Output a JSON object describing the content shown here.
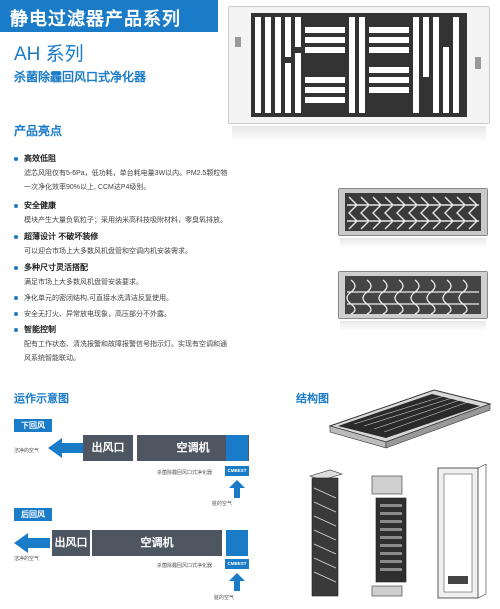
{
  "header": {
    "banner": "静电过滤器产品系列",
    "series": "AH 系列",
    "subtitle": "杀菌除霾回风口式净化器"
  },
  "highlights": {
    "title": "产品亮点",
    "features": [
      {
        "title": "高效低阻",
        "desc": [
          "滤芯风阻仅有5-6Pa，低功耗，单台耗电量3W以内。PM2.5颗粒物",
          "一次净化效率90%以上, CCM达P4级别。"
        ]
      },
      {
        "title": "安全健康",
        "desc": [
          "模块产生大量负氧粒子；采用纳米高科技吸附材料，零臭氧排放。"
        ]
      },
      {
        "title": "超薄设计 不破坏装修",
        "desc": [
          "可以迎合市场上大多数风机盘管和空调内机安装需求。"
        ]
      },
      {
        "title": "多种尺寸灵活搭配",
        "desc": [
          "满足市场上大多数风机盘管安装要求。"
        ]
      }
    ],
    "bullets": [
      "净化单元的密闭结构,可直接水洗清洁反复使用。",
      "安全无打火、异常放电现象，高压部分不外露。"
    ],
    "smart": {
      "title": "智能控制",
      "desc": [
        "配有工作状态、清洗报警和故障报警信号指示灯。实现有空调和通",
        "风系统智能联动。"
      ]
    }
  },
  "operation": {
    "title": "运作示意图",
    "down": {
      "tag": "下回风",
      "outlet": "出风口",
      "ac": "空调机",
      "clean_air": "洁净的空气",
      "filter_label": "杀菌除霾回风口式净化器",
      "brand": "CMBEST",
      "dirty_air": "脏的空气"
    },
    "back": {
      "tag": "后回风",
      "outlet": "出风口",
      "ac": "空调机",
      "clean_air": "洁净的空气",
      "filter_label": "杀菌除霾回风口式净化器",
      "brand": "CMBEST",
      "dirty_air": "脏的空气"
    }
  },
  "structure": {
    "title": "结构图"
  },
  "colors": {
    "brand_blue": "#1a7bc8",
    "unit_gray": "#4d5661"
  }
}
